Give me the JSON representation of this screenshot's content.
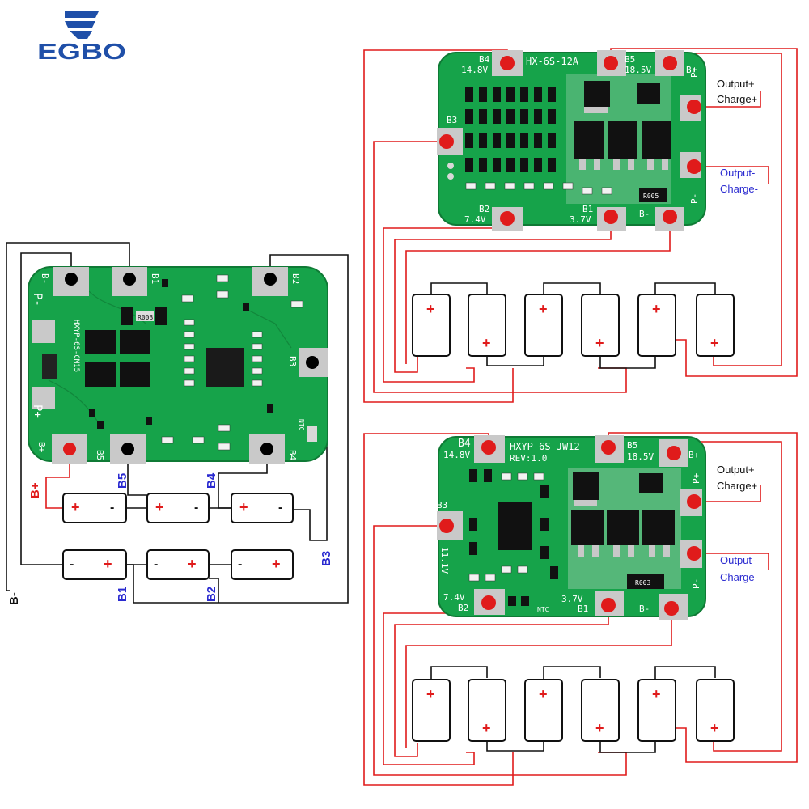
{
  "brand": {
    "name": "EGBO",
    "color": "#1f4fa8"
  },
  "colors": {
    "pcb": "#16a34a",
    "pcb_dark": "#0f7a35",
    "pad": "#c9c9c9",
    "wire_red": "#e01b1b",
    "wire_black": "#111111",
    "label_blue": "#2a2ad0",
    "label_red": "#e01b1b"
  },
  "board_left": {
    "model": "HXYP-6S-CM15",
    "pads": {
      "b_minus": "B-",
      "b1": "B1",
      "b2": "B2",
      "b3": "B3",
      "b4": "B4",
      "b5": "B5",
      "b_plus": "B+",
      "p_minus": "P-",
      "p_plus": "P+"
    },
    "ntc": "NTC",
    "resistor_code": "R003",
    "cell_plus": "+",
    "cell_minus": "-",
    "labels": {
      "b_plus": "B+",
      "b5": "B5",
      "b4": "B4",
      "b3": "B3",
      "b2": "B2",
      "b1": "B1",
      "b_minus": "B-"
    }
  },
  "board_top": {
    "model": "HX-6S-12A",
    "pads": {
      "b4": "B4",
      "b4v": "14.8V",
      "b5": "B5",
      "b5v": "18.5V",
      "b_plus": "B+",
      "p_plus": "P+",
      "p_minus": "P-",
      "b3": "B3",
      "b2": "B2",
      "b2v": "7.4V",
      "b1": "B1",
      "b1v": "3.7V",
      "b_minus": "B-"
    },
    "resistor_code": "R005",
    "labels": {
      "out_pos_1": "Output+",
      "out_pos_2": "Charge+",
      "out_neg_1": "Output-",
      "out_neg_2": "Charge-"
    }
  },
  "board_bottom": {
    "model": "HXYP-6S-JW12",
    "rev": "REV:1.0",
    "pads": {
      "b4": "B4",
      "b4v": "14.8V",
      "b5": "B5",
      "b5v": "18.5V",
      "b_plus": "B+",
      "p_plus": "P+",
      "p_minus": "P-",
      "b3": "B3",
      "b3v": "11.1V",
      "b2": "B2",
      "b2v": "7.4V",
      "b1": "B1",
      "b1v": "3.7V",
      "b_minus": "B-"
    },
    "ntc": "NTC",
    "resistor_code": "R003",
    "labels": {
      "out_pos_1": "Output+",
      "out_pos_2": "Charge+",
      "out_neg_1": "Output-",
      "out_neg_2": "Charge-"
    }
  },
  "cell_plus": "+"
}
